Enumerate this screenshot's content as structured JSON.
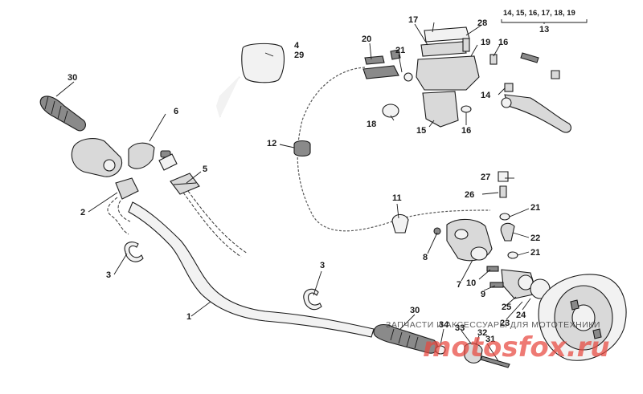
{
  "callouts": {
    "c1": "1",
    "c2": "2",
    "c3a": "3",
    "c3b": "3",
    "c4": "4",
    "c29": "29",
    "c5": "5",
    "c6": "6",
    "c7": "7",
    "c8": "8",
    "c9": "9",
    "c10": "10",
    "c11": "11",
    "c12": "12",
    "c13_group": "14, 15, 16, 17, 18, 19",
    "c13": "13",
    "c14": "14",
    "c15": "15",
    "c16a": "16",
    "c16b": "16",
    "c17": "17",
    "c18": "18",
    "c19": "19",
    "c20": "20",
    "c21a": "21",
    "c21b": "21",
    "c21c": "21",
    "c22": "22",
    "c23": "23",
    "c24": "24",
    "c25": "25",
    "c26": "26",
    "c27": "27",
    "c28": "28",
    "c30a": "30",
    "c30b": "30",
    "c31": "31",
    "c32": "32",
    "c33": "33",
    "c34": "34"
  },
  "watermark": {
    "text": "ЗАПЧАСТИ И АКСЕССУАРЫ ДЛЯ МОТОТЕХНИКИ",
    "logo": "motosfox.ru"
  }
}
